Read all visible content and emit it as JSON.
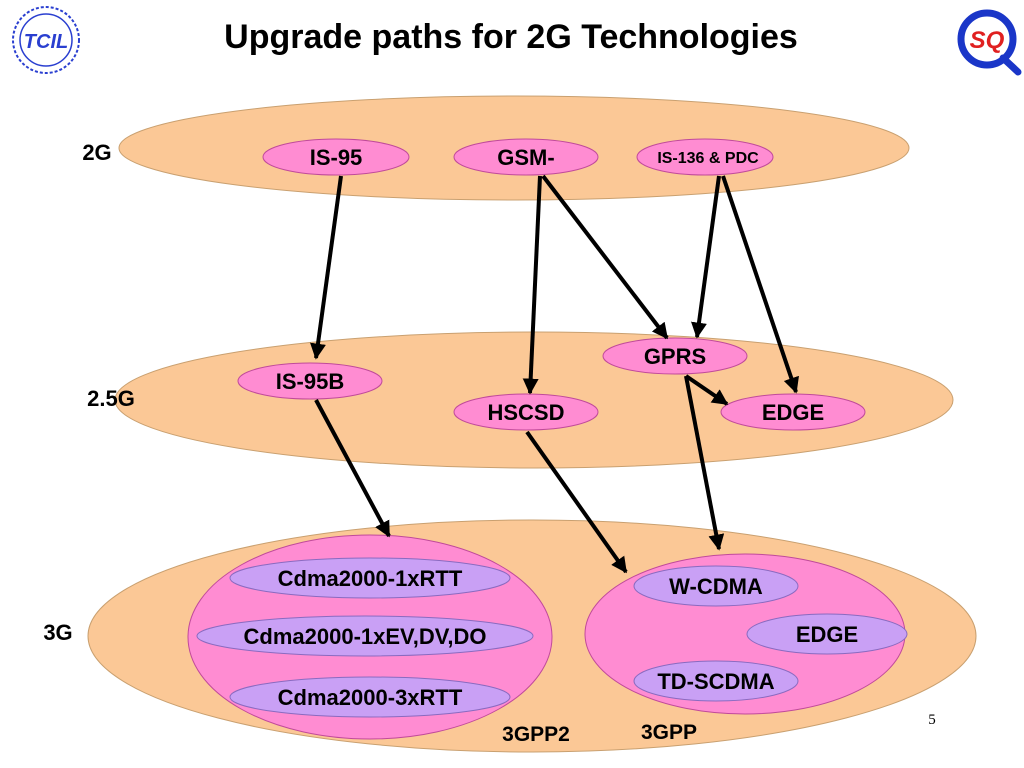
{
  "slide": {
    "title": "Upgrade paths for 2G Technologies",
    "page_number": "5",
    "logo_left_text": "TCIL",
    "logo_right_text": "SQ"
  },
  "colors": {
    "band": "#FBC896",
    "node": "#FF8CD2",
    "group": "#FF8CD2",
    "inner_node": "#C9A0F5",
    "arrow": "#000000"
  },
  "levels": {
    "g2": "2G",
    "g25": "2.5G",
    "g3": "3G"
  },
  "nodes": {
    "is95": "IS-95",
    "gsm": "GSM-",
    "is136": "IS-136 & PDC",
    "is95b": "IS-95B",
    "hscsd": "HSCSD",
    "gprs": "GPRS",
    "edge25": "EDGE",
    "cdma1x": "Cdma2000-1xRTT",
    "cdma1xev": "Cdma2000-1xEV,DV,DO",
    "cdma3x": "Cdma2000-3xRTT",
    "wcdma": "W-CDMA",
    "edge3": "EDGE",
    "tdscdma": "TD-SCDMA"
  },
  "groups": {
    "gpp2": "3GPP2",
    "gpp": "3GPP"
  },
  "edges": [
    {
      "from": "IS-95",
      "to": "IS-95B"
    },
    {
      "from": "GSM-",
      "to": "HSCSD"
    },
    {
      "from": "GSM-",
      "to": "GPRS"
    },
    {
      "from": "IS-136 & PDC",
      "to": "GPRS"
    },
    {
      "from": "IS-136 & PDC",
      "to": "EDGE"
    },
    {
      "from": "GPRS",
      "to": "EDGE"
    },
    {
      "from": "IS-95B",
      "to": "Cdma2000"
    },
    {
      "from": "HSCSD",
      "to": "W-CDMA"
    },
    {
      "from": "GPRS",
      "to": "W-CDMA"
    }
  ]
}
